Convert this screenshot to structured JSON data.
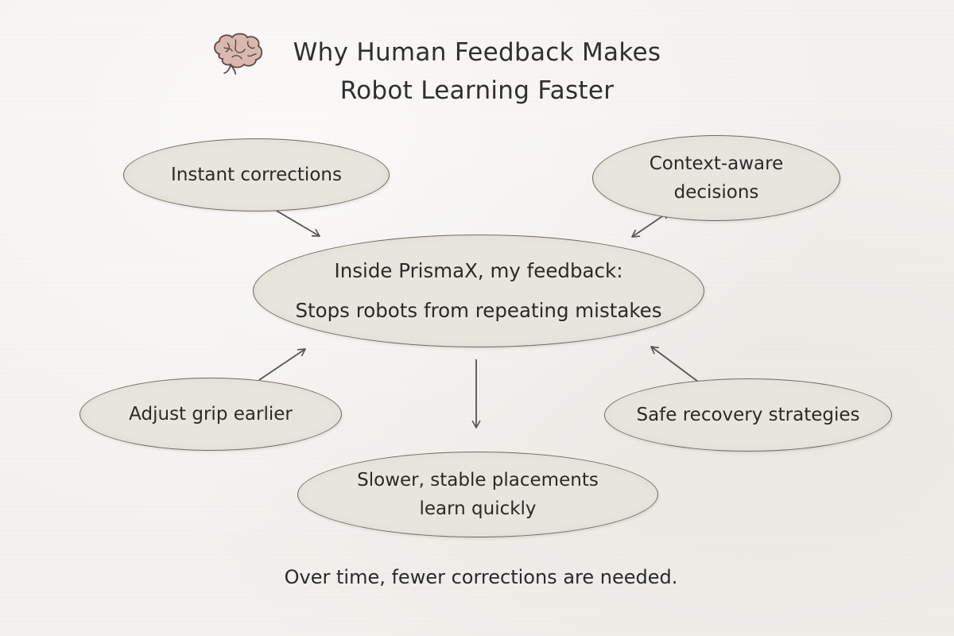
{
  "title": {
    "line1": "Why Human Feedback Makes",
    "line2": "Robot Learning Faster"
  },
  "icons": {
    "title_icon": "brain-icon"
  },
  "nodes": {
    "instant": {
      "label": "Instant corrections"
    },
    "context": {
      "line1": "Context-aware",
      "line2": "decisions"
    },
    "center": {
      "line1": "Inside PrismaX, my feedback:",
      "line2": "Stops robots from repeating mistakes"
    },
    "grip": {
      "label": "Adjust grip earlier"
    },
    "safe": {
      "label": "Safe recovery strategies"
    },
    "slower": {
      "line1": "Slower, stable placements",
      "line2": "learn quickly"
    }
  },
  "edges": [
    {
      "from": "instant",
      "to": "center",
      "style": "single-arrow"
    },
    {
      "from": "context",
      "to": "center",
      "style": "double-arrow"
    },
    {
      "from": "grip",
      "to": "center",
      "style": "single-arrow"
    },
    {
      "from": "safe",
      "to": "center",
      "style": "single-arrow"
    },
    {
      "from": "center",
      "to": "slower",
      "style": "single-arrow"
    }
  ],
  "footer": "Over time, fewer corrections are needed.",
  "colors": {
    "background": "#f3f1ed",
    "bubble_fill": "#e8e5df",
    "stroke": "#6e6a64",
    "text": "#2a2a2a"
  }
}
